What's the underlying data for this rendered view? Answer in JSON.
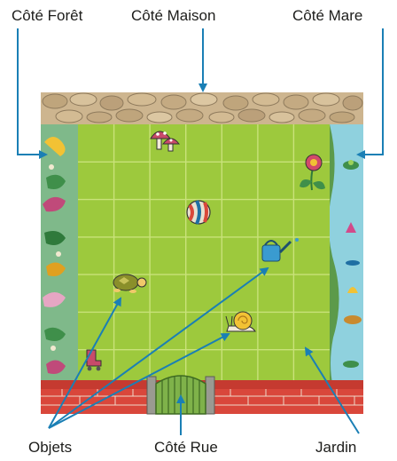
{
  "labels": {
    "foret": "Côté Forêt",
    "maison": "Côté Maison",
    "mare": "Côté Mare",
    "objets": "Objets",
    "rue": "Côté Rue",
    "jardin": "Jardin"
  },
  "board": {
    "columns": 7,
    "rows": 7
  },
  "objects": [
    {
      "name": "mushrooms",
      "col": 2,
      "row": 0
    },
    {
      "name": "flower",
      "col": 6,
      "row": 1
    },
    {
      "name": "ball",
      "col": 3,
      "row": 2
    },
    {
      "name": "watering-can",
      "col": 5,
      "row": 3
    },
    {
      "name": "turtle",
      "col": 1,
      "row": 4
    },
    {
      "name": "snail",
      "col": 4,
      "row": 5
    },
    {
      "name": "roller-skate",
      "col": 0,
      "row": 6
    }
  ],
  "colors": {
    "grass": "#9dc93d",
    "grid": "#c9e27a",
    "wall_stone": "#c8b28e",
    "brick": "#d9473b",
    "pond": "#8fd1de",
    "arrow": "#1a7fb5"
  }
}
